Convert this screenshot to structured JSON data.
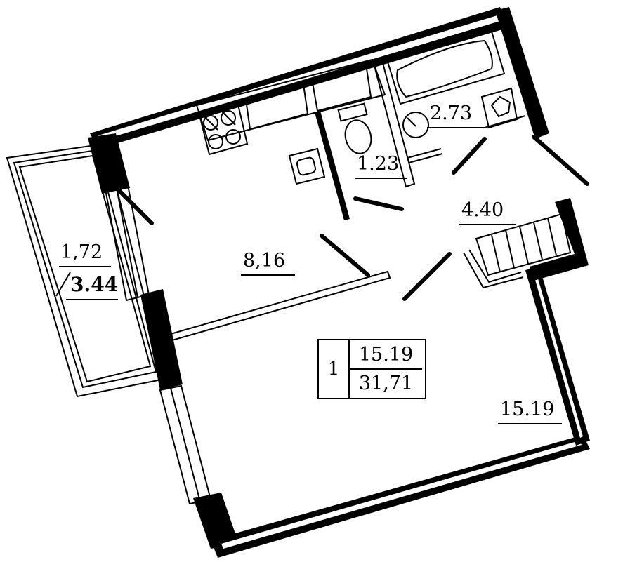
{
  "rooms": {
    "balcony": {
      "area": "1,72",
      "area_alt": "3.44"
    },
    "kitchen": {
      "area": "8,16"
    },
    "toilet": {
      "area": "1.23"
    },
    "bathroom": {
      "area": "2.73"
    },
    "hall": {
      "area": "4.40"
    },
    "living_room": {
      "area": "15.19"
    }
  },
  "summary": {
    "room_count": "1",
    "living_area": "15.19",
    "total_area": "31,71"
  }
}
